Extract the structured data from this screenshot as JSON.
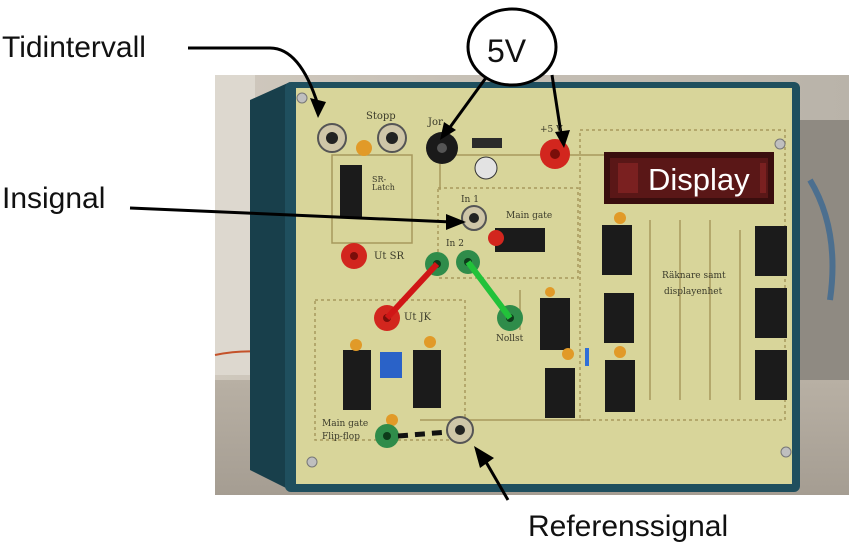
{
  "annotations": {
    "tidintervall": "Tidintervall",
    "insignal": "Insignal",
    "referenssignal": "Referenssignal",
    "voltage": "5V",
    "display": "Display"
  },
  "board_silkscreen": {
    "stopp": "Stopp",
    "jord": "Jor",
    "plus5v": "+5 V",
    "sr_latch": "SR-\nLatch",
    "in1": "In 1",
    "main_gate": "Main gate",
    "in2": "In 2",
    "ut_sr": "Ut SR",
    "ut_jk": "Ut JK",
    "nollst": "Nollst",
    "rakneare": "Räknare samt",
    "displayenhet": "displayenhet",
    "main_gate_ff": "Main gate",
    "flip_flop": "Flip-flop"
  },
  "colors": {
    "board": "#d8d59a",
    "enclosure": "#1f4f5e",
    "display": "#3a0e0e",
    "jack_red": "#d2261e",
    "jack_green": "#2f8c4a",
    "jack_black": "#1a1a1a",
    "wire_red": "#d01616",
    "wire_green": "#22c23a"
  }
}
